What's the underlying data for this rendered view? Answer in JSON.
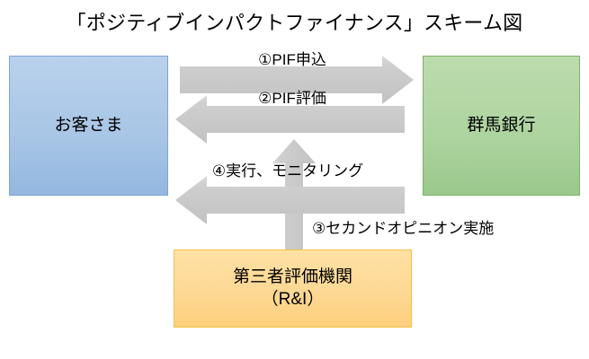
{
  "title": "「ポジティブインパクトファイナンス」スキーム図",
  "nodes": {
    "customer": {
      "label": "お客さま",
      "fill": "#a9c6e6",
      "border": "#7BA5D4"
    },
    "bank": {
      "label": "群馬銀行",
      "fill": "#aed4a0",
      "border": "#7DB267"
    },
    "third_party": {
      "line1": "第三者評価機関",
      "line2": "（R&I）",
      "fill": "#fdd894",
      "border": "#F2C244"
    }
  },
  "arrows": [
    {
      "id": "pif-application",
      "label": "①PIF申込",
      "direction": "right",
      "from": "customer",
      "to": "bank",
      "color": "#C9C9C9"
    },
    {
      "id": "pif-evaluation",
      "label": "②PIF評価",
      "direction": "left",
      "from": "bank",
      "to": "customer",
      "color": "#C9C9C9"
    },
    {
      "id": "second-opinion",
      "label": "③セカンドオピニオン実施",
      "direction": "up",
      "from": "third_party",
      "to": "bank",
      "color": "#C9C9C9"
    },
    {
      "id": "execution-monitoring",
      "label": "④実行、モニタリング",
      "direction": "left",
      "from": "bank",
      "to": "customer",
      "color": "#C9C9C9"
    }
  ]
}
